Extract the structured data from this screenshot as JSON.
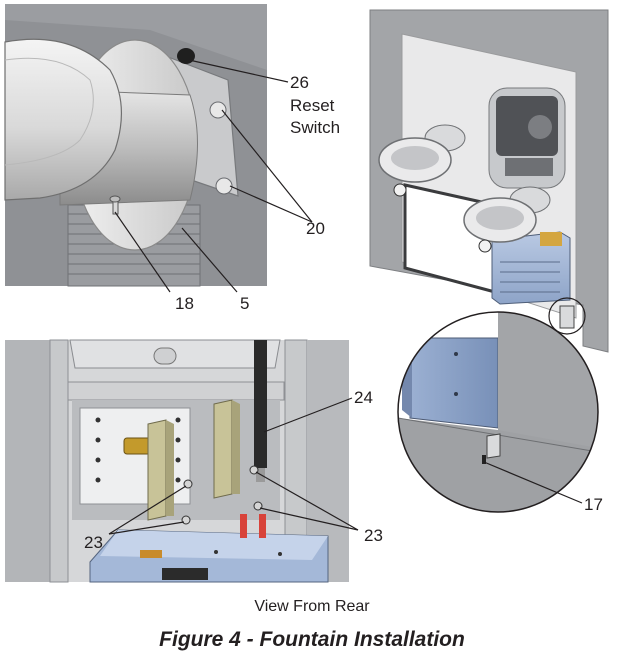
{
  "callouts": {
    "reset_number": "26",
    "reset_line1": "Reset",
    "reset_line2": "Switch",
    "c20": "20",
    "c18": "18",
    "c5": "5",
    "c24": "24",
    "c23_left": "23",
    "c23_right": "23",
    "c17": "17"
  },
  "captions": {
    "view": "View From Rear",
    "figure_title": "Figure 4 - Fountain Installation"
  },
  "colors": {
    "line_art": "#231f20",
    "panel_gray": "#8f9195",
    "wall_gray": "#a3a5a8",
    "machine_blue": "#8fa5c8",
    "bracket_tan": "#c8c398",
    "wire_red": "#d8433a"
  }
}
